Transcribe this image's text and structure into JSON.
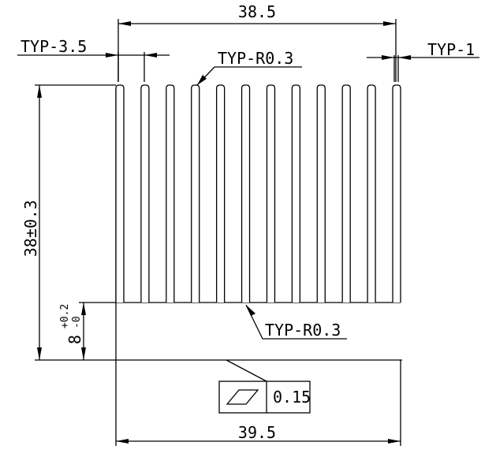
{
  "drawing": {
    "dim_top_width": "38.5",
    "dim_bottom_width": "39.5",
    "dim_fin_pitch": "TYP-3.5",
    "dim_fin_thickness": "TYP-1",
    "note_fin_tip_radius": "TYP-R0.3",
    "note_fin_root_radius": "TYP-R0.3",
    "dim_height": "38±0.3",
    "dim_base_height_main": "8",
    "dim_base_height_upper_tol": "+0.2",
    "dim_base_height_lower_tol": "-0",
    "flatness_tolerance": "0.15",
    "fin_count": 12
  }
}
